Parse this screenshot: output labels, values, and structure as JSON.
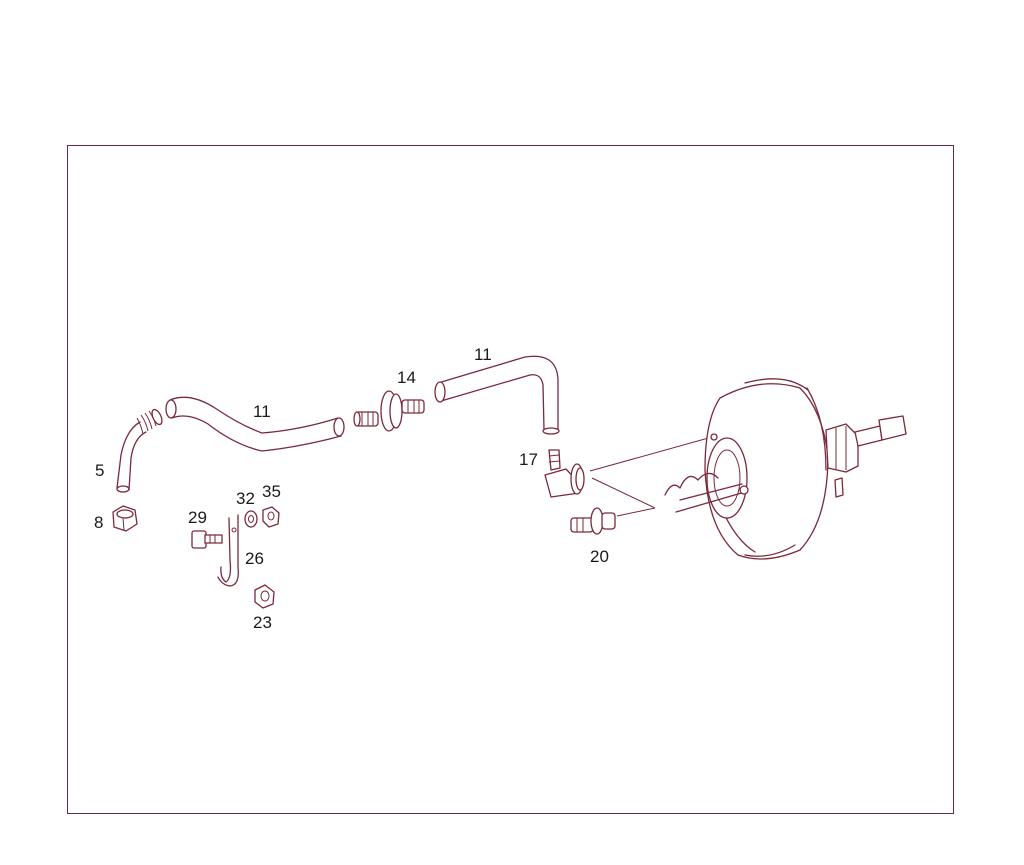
{
  "diagram": {
    "line_color": "#7a2a3a",
    "frame_color": "#6b2a36",
    "callouts": {
      "hose_left": "11",
      "hose_right": "11",
      "check_valve": "14",
      "elbow": "17",
      "connector": "20",
      "pipe": "5",
      "nut": "8",
      "bolt": "29",
      "washer": "32",
      "small_nut": "35",
      "clamp": "26",
      "grommet": "23"
    }
  }
}
